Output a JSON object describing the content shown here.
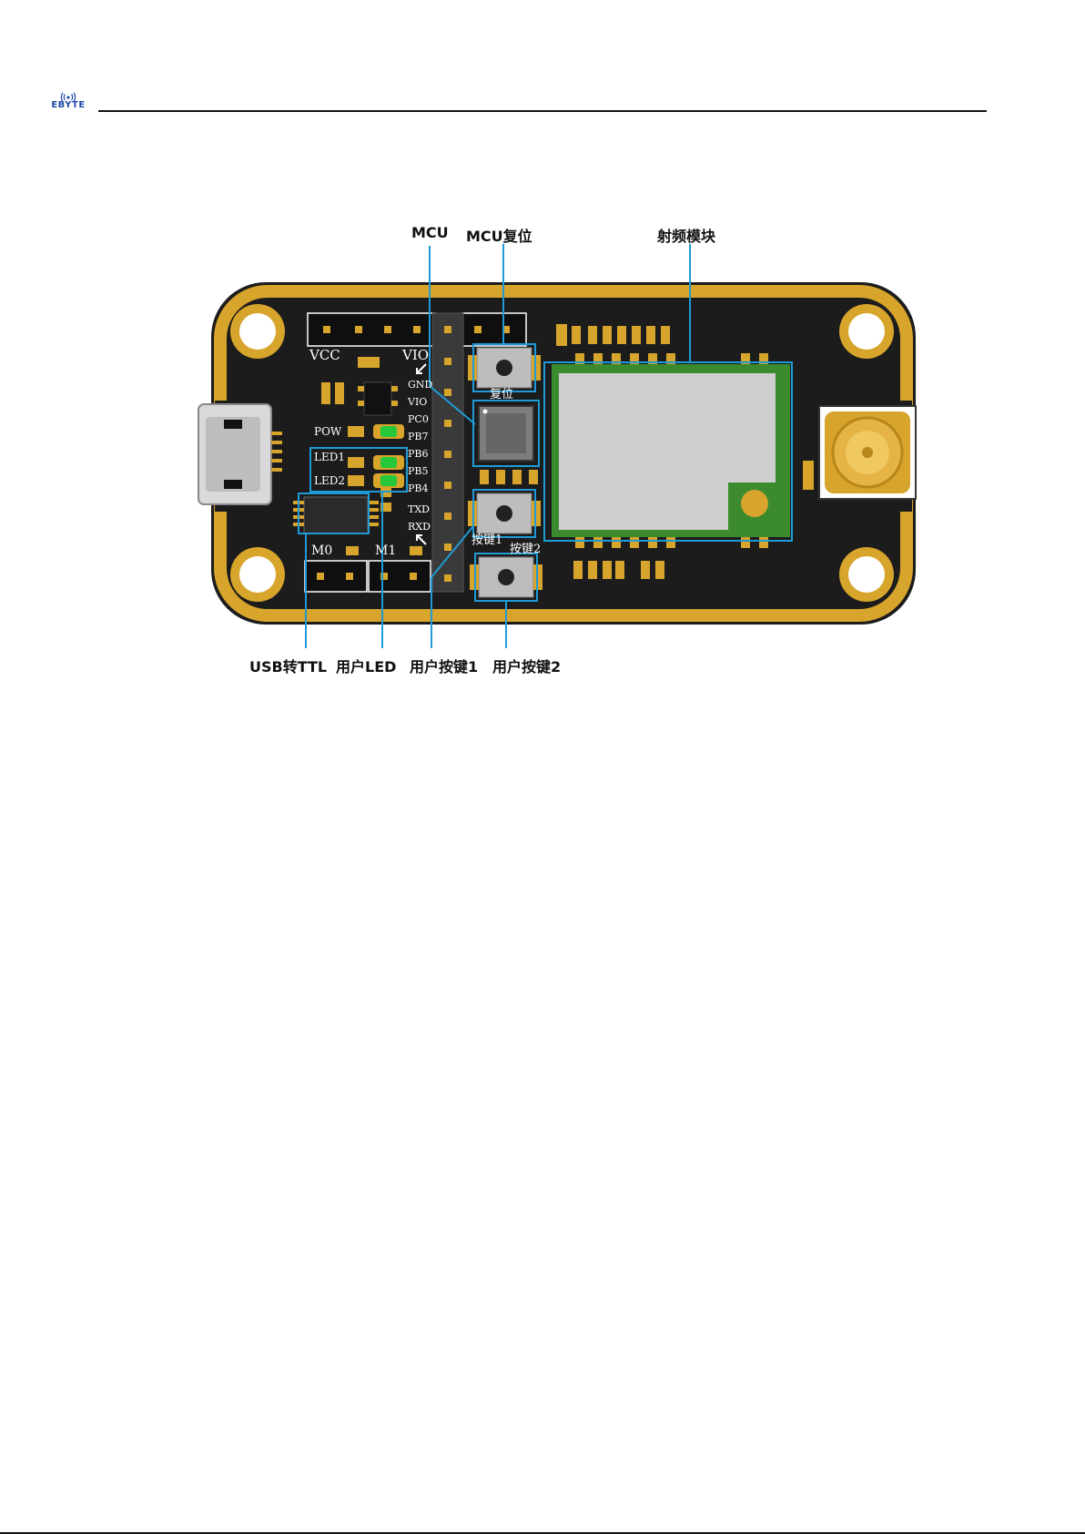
{
  "header": {
    "logo_text": "EBYTE"
  },
  "labels": {
    "top": {
      "mcu": "MCU",
      "mcu_reset": "MCU复位",
      "rf_module": "射频模块"
    },
    "bottom": {
      "usb_ttl": "USB转TTL",
      "user_led": "用户LED",
      "user_key1": "用户按键1",
      "user_key2": "用户按键2"
    }
  },
  "silkscreen": {
    "vcc": "VCC",
    "vio_top": "VIO",
    "gnd": "GND",
    "vio": "VIO",
    "pc0": "PC0",
    "pb7": "PB7",
    "pb6": "PB6",
    "pb5": "PB5",
    "pb4": "PB4",
    "txd": "TXD",
    "rxd": "RXD",
    "pow": "POW",
    "led1": "LED1",
    "led2": "LED2",
    "m0": "M0",
    "m1": "M1",
    "reset": "复位",
    "key1": "按键1",
    "key2": "按键2"
  },
  "colors": {
    "board": "#1c1c1c",
    "gold": "#d7a42c",
    "highlight": "#1e9bd6",
    "module_green": "#3c8a2e",
    "module_shield": "#cfcfcf",
    "led_green": "#26c83a"
  }
}
